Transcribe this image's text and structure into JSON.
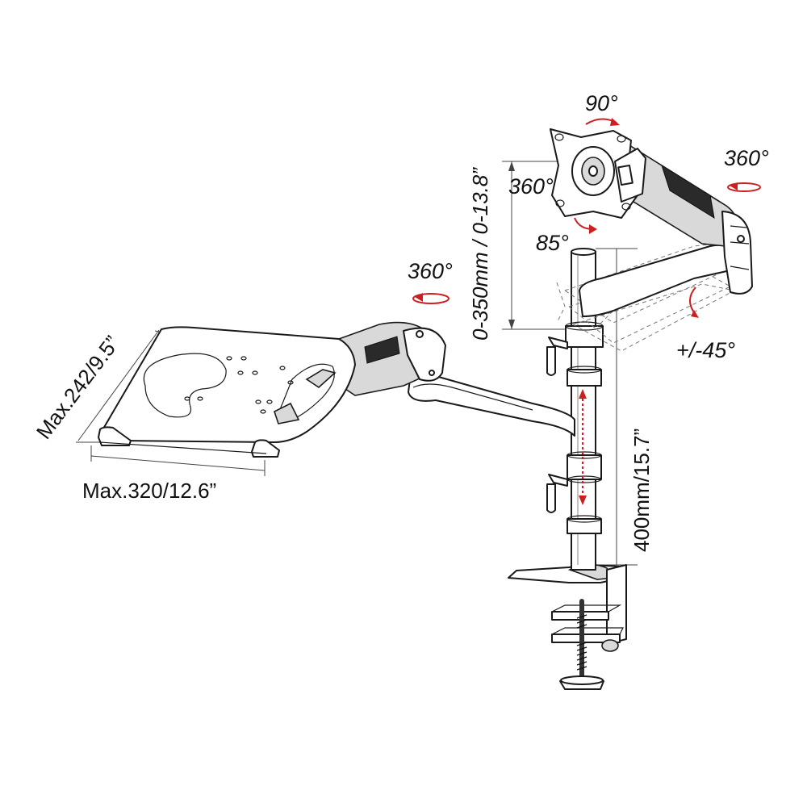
{
  "labels": {
    "rot_top": "90°",
    "rot_head": "360°",
    "rot_arm_right": "360°",
    "tilt": "85°",
    "swivel": "+/-45°",
    "rot_tray": "360°",
    "height_adjust": "0-350mm / 0-13.8”",
    "pole_height": "400mm/15.7”",
    "tray_depth": "Max.242/9.5”",
    "tray_width": "Max.320/12.6”"
  },
  "colors": {
    "line": "#1a1a1a",
    "rotation_arrow": "#cc1f1f",
    "background": "#ffffff"
  }
}
